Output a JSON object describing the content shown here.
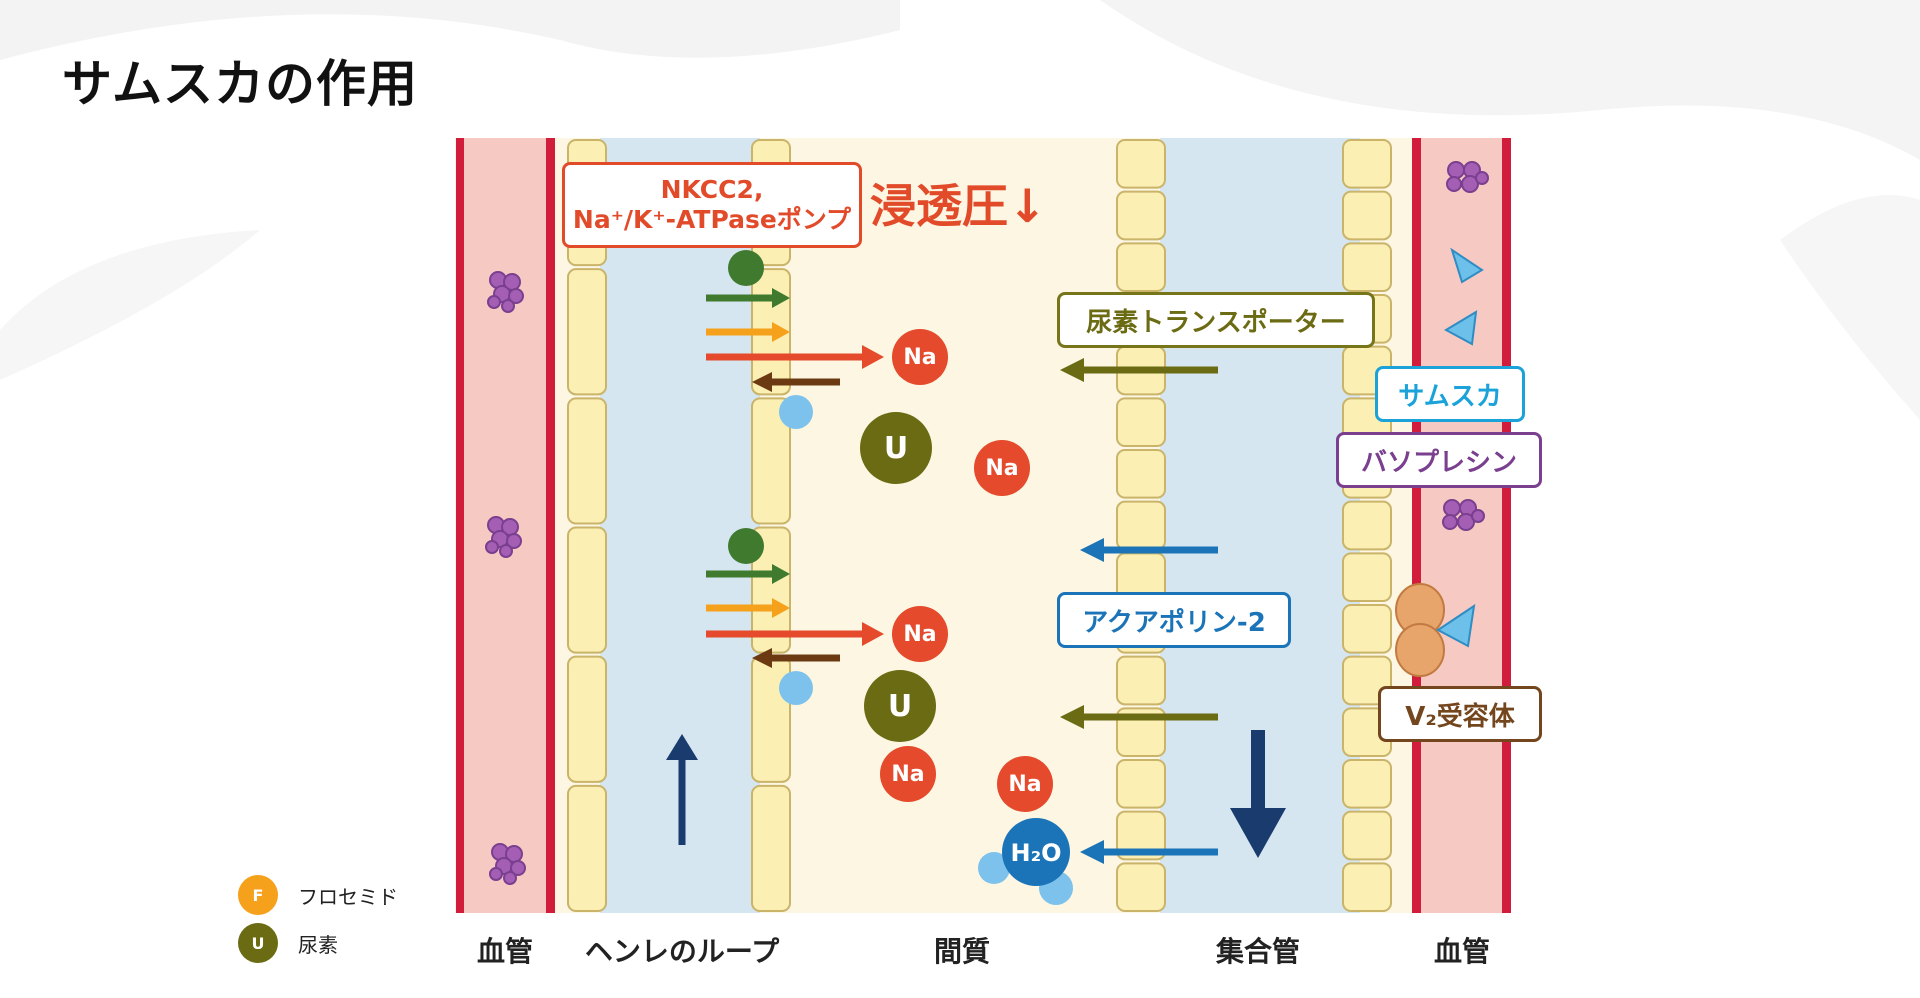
{
  "title": "サムスカの作用",
  "legend": [
    {
      "symbol": "F",
      "label": "フロセミド",
      "color": "#f5a11c"
    },
    {
      "symbol": "U",
      "label": "尿素",
      "color": "#6b6b14"
    }
  ],
  "columns": [
    "血管",
    "ヘンレのループ",
    "間質",
    "集合管",
    "血管"
  ],
  "labels": {
    "pump_line1": "NKCC2,",
    "pump_line2": "Na⁺/K⁺-ATPaseポンプ",
    "osmotic": "浸透圧↓",
    "urea_transporter": "尿素トランスポーター",
    "samsca": "サムスカ",
    "vasopressin": "バソプレシン",
    "aquaporin": "アクアポリン-2",
    "v2_receptor": "V₂受容体"
  },
  "molecules": {
    "na": "Na",
    "urea": "U",
    "water": "H₂O"
  },
  "colors": {
    "vessel_wall": "#d11c3b",
    "vessel_fill": "#f7c9c3",
    "tubule_fill": "#d6e6f1",
    "cell_fill": "#fbefb4",
    "interstitium": "#fcf6e3",
    "pump_label": "#e24b2a",
    "urea_transporter": "#77751a",
    "samsca": "#1aa2d9",
    "vasopressin": "#7a3f8f",
    "aquaporin": "#1c74b8",
    "v2_receptor": "#74461e"
  },
  "icons": [
    "vasopressin-molecule-icon",
    "samsca-molecule-icon",
    "v2-receptor-icon"
  ]
}
